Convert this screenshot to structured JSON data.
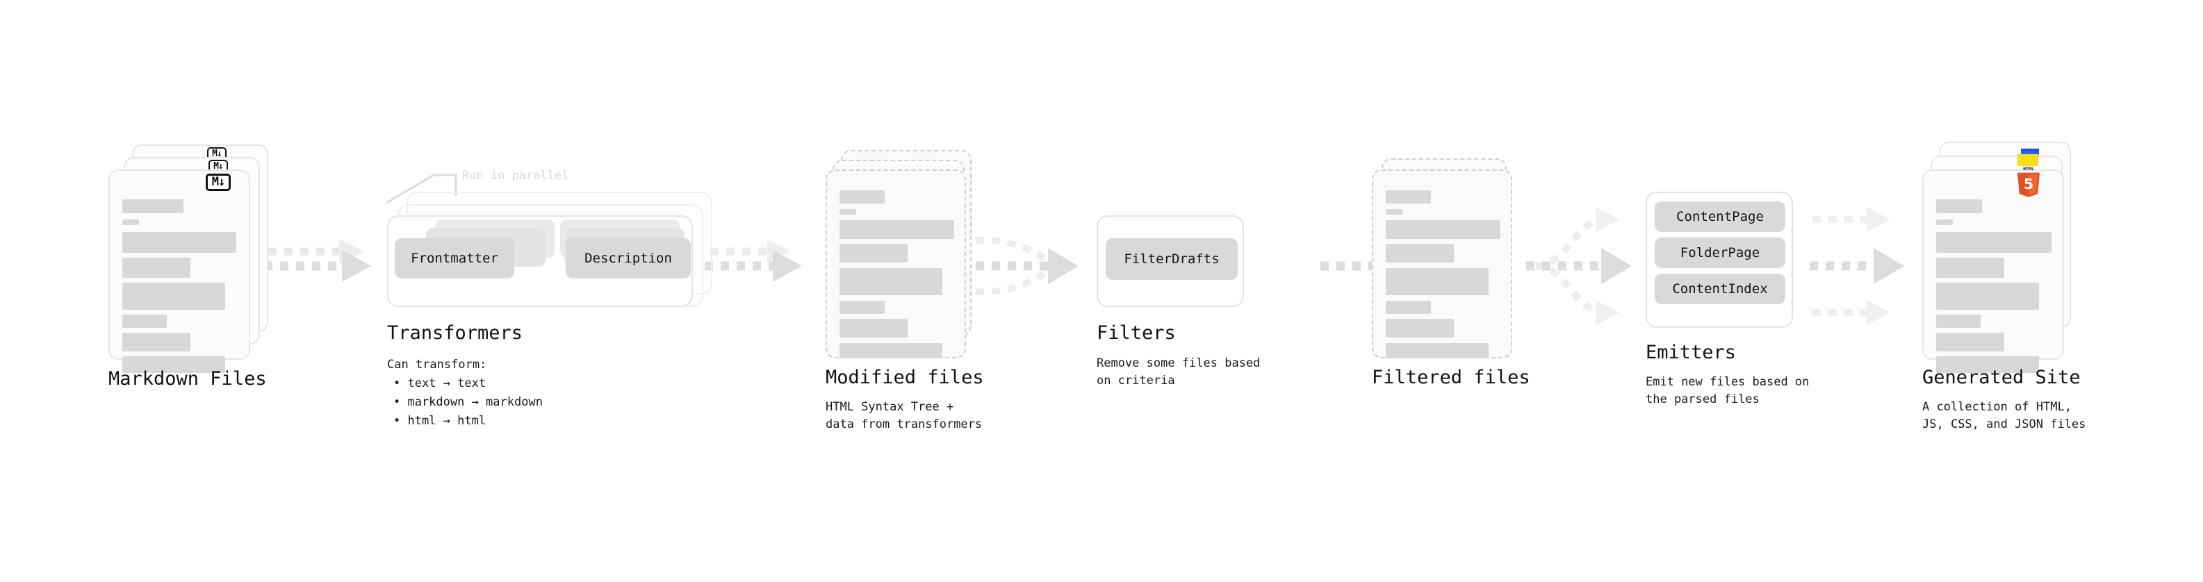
{
  "diagram": {
    "title": "Static site generator pipeline",
    "background": "#ffffff",
    "accent_gray": "#d8d8d8",
    "border_gray": "#e6e6e6"
  },
  "stages": {
    "markdown": {
      "caption": "Markdown Files",
      "icon": "markdown-badge",
      "icon_text": "M↓"
    },
    "transformers": {
      "caption": "Transformers",
      "parallel_label": "Run in parallel",
      "nodes": [
        {
          "label": "Frontmatter"
        },
        {
          "label": "Description"
        }
      ],
      "note_heading": "Can transform:",
      "note_items": [
        "• text → text",
        "• markdown → markdown",
        "• html → html"
      ]
    },
    "modified": {
      "caption": "Modified files",
      "note": "HTML Syntax Tree +\ndata from transformers"
    },
    "filters": {
      "caption": "Filters",
      "nodes": [
        {
          "label": "FilterDrafts"
        }
      ],
      "note": "Remove some files based\non criteria"
    },
    "filtered": {
      "caption": "Filtered files",
      "note": ""
    },
    "emitters": {
      "caption": "Emitters",
      "nodes": [
        {
          "label": "ContentPage"
        },
        {
          "label": "FolderPage"
        },
        {
          "label": "ContentIndex"
        }
      ],
      "note": "Emit new files based on\nthe parsed files"
    },
    "generated": {
      "caption": "Generated Site",
      "note": "A collection of HTML,\nJS, CSS, and JSON files",
      "icons": [
        {
          "name": "html5-icon",
          "label": "HTML",
          "color": "#e34f26"
        },
        {
          "name": "javascript-icon",
          "label": "JS",
          "color": "#f7df1e"
        },
        {
          "name": "css3-icon",
          "label": "CSS",
          "color": "#264de4"
        }
      ]
    }
  },
  "flow": {
    "arrow_style": "dashed",
    "order": [
      "Markdown Files",
      "Transformers",
      "Modified files",
      "Filters",
      "Filtered files",
      "Emitters",
      "Generated Site"
    ]
  }
}
